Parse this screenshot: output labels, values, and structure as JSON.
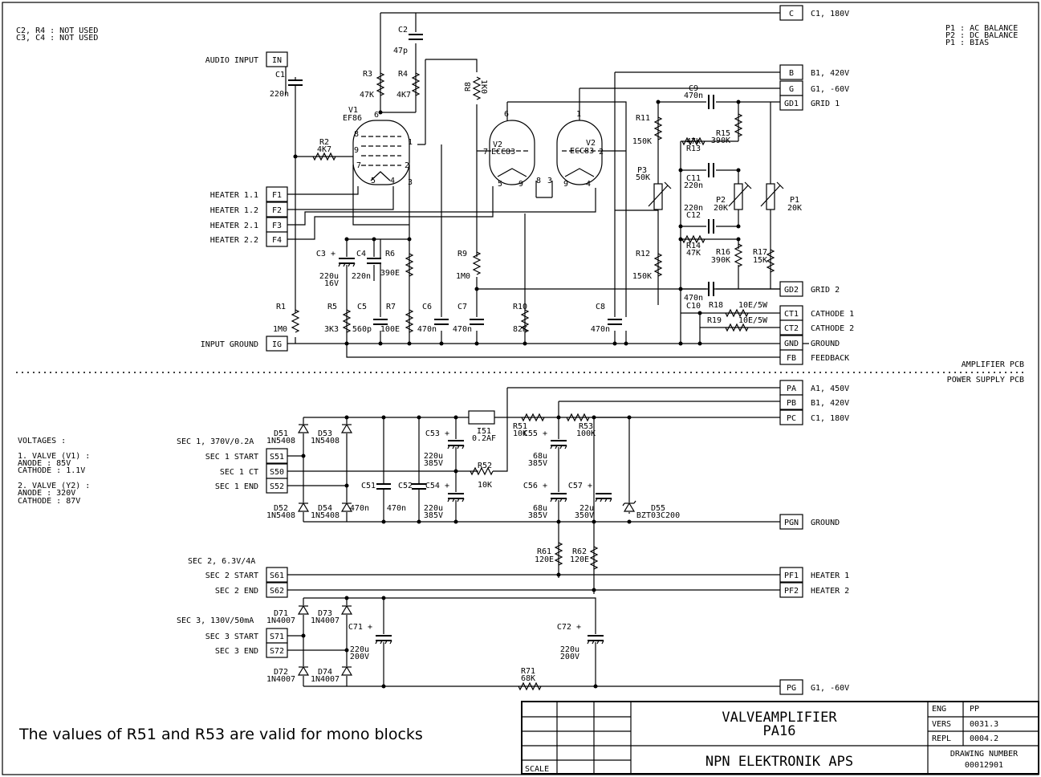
{
  "notes": {
    "not_used_1": "C2, R4 : NOT USED",
    "not_used_2": "C3, C4 : NOT USED",
    "pot_1": "P1 : AC BALANCE",
    "pot_2": "P2 : DC BALANCE",
    "pot_3": "P1 : BIAS",
    "pcb_amp": "AMPLIFIER PCB",
    "pcb_ps": "POWER SUPPLY PCB",
    "footer_note": "The values of R51 and R53 are valid for mono blocks"
  },
  "voltages": {
    "title": "VOLTAGES :",
    "v1_head": "1. VALVE (V1) :",
    "v1_anode": "ANODE    : 85V",
    "v1_cathode": "CATHODE  : 1.1V",
    "v2_head": "2. VALVE (Y2) :",
    "v2_anode": "ANODE    : 320V",
    "v2_cathode": "CATHODE  : 87V"
  },
  "connectors_left": [
    {
      "id": "IN",
      "label": "AUDIO INPUT"
    },
    {
      "id": "F1",
      "label": "HEATER 1.1"
    },
    {
      "id": "F2",
      "label": "HEATER 1.2"
    },
    {
      "id": "F3",
      "label": "HEATER 2.1"
    },
    {
      "id": "F4",
      "label": "HEATER 2.2"
    },
    {
      "id": "IG",
      "label": "INPUT GROUND"
    },
    {
      "id": "S51",
      "label": "SEC 1 START"
    },
    {
      "id": "S50",
      "label": "SEC 1 CT"
    },
    {
      "id": "S52",
      "label": "SEC 1 END"
    },
    {
      "id": "S61",
      "label": "SEC 2 START"
    },
    {
      "id": "S62",
      "label": "SEC 2 END"
    },
    {
      "id": "S71",
      "label": "SEC 3 START"
    },
    {
      "id": "S72",
      "label": "SEC 3 END"
    }
  ],
  "connectors_right": [
    {
      "id": "C",
      "label": "C1, 180V"
    },
    {
      "id": "B",
      "label": "B1, 420V"
    },
    {
      "id": "G",
      "label": "G1, -60V"
    },
    {
      "id": "GD1",
      "label": "GRID 1"
    },
    {
      "id": "GD2",
      "label": "GRID 2"
    },
    {
      "id": "CT1",
      "label": "CATHODE 1"
    },
    {
      "id": "CT2",
      "label": "CATHODE 2"
    },
    {
      "id": "GND",
      "label": "GROUND"
    },
    {
      "id": "FB",
      "label": "FEEDBACK"
    },
    {
      "id": "PA",
      "label": "A1, 450V"
    },
    {
      "id": "PB",
      "label": "B1, 420V"
    },
    {
      "id": "PC",
      "label": "C1, 180V"
    },
    {
      "id": "PGN",
      "label": "GROUND"
    },
    {
      "id": "PF1",
      "label": "HEATER 1"
    },
    {
      "id": "PF2",
      "label": "HEATER 2"
    },
    {
      "id": "PG",
      "label": "G1, -60V"
    }
  ],
  "secondaries": {
    "sec1": "SEC 1, 370V/0.2A",
    "sec2": "SEC 2, 6.3V/4A",
    "sec3": "SEC 3, 130V/50mA"
  },
  "valves": {
    "v1": {
      "name": "V1",
      "type": "EF86"
    },
    "v2a": {
      "name": "V2",
      "type": "ECC83"
    },
    "v2b": {
      "name": "V2",
      "type": "ECC83"
    }
  },
  "components": {
    "C1": {
      "name": "C1",
      "value": "220n"
    },
    "C2": {
      "name": "C2",
      "value": "47p"
    },
    "R3": {
      "name": "R3",
      "value": "47K"
    },
    "R4": {
      "name": "R4",
      "value": "4K7"
    },
    "R8": {
      "name": "R8",
      "value": "1K0"
    },
    "R2": {
      "name": "R2",
      "value": "4K7"
    },
    "C3": {
      "name": "C3 +",
      "value": "220u",
      "rating": "16V"
    },
    "C4": {
      "name": "C4",
      "value": "220n"
    },
    "R6": {
      "name": "R6",
      "value": "390E"
    },
    "R9": {
      "name": "R9",
      "value": "1M0"
    },
    "R1": {
      "name": "R1",
      "value": "1M0"
    },
    "R5": {
      "name": "R5",
      "value": "3K3"
    },
    "C5": {
      "name": "C5",
      "value": "560p"
    },
    "R7": {
      "name": "R7",
      "value": "100E"
    },
    "C6": {
      "name": "C6",
      "value": "470n"
    },
    "C7": {
      "name": "C7",
      "value": "470n"
    },
    "R10": {
      "name": "R10",
      "value": "82K"
    },
    "C8": {
      "name": "C8",
      "value": "470n"
    },
    "C9": {
      "name": "C9",
      "value": "470n"
    },
    "R11": {
      "name": "R11",
      "value": "150K"
    },
    "R12": {
      "name": "R12",
      "value": "150K"
    },
    "P3": {
      "name": "P3",
      "value": "50K"
    },
    "R13": {
      "name": "R13",
      "value": "47K"
    },
    "R15": {
      "name": "R15",
      "value": "390K"
    },
    "C11": {
      "name": "C11",
      "value": "220n"
    },
    "C12": {
      "name": "C12",
      "value": "220n"
    },
    "P2": {
      "name": "P2",
      "value": "20K"
    },
    "P1": {
      "name": "P1",
      "value": "20K"
    },
    "R14": {
      "name": "R14",
      "value": "47K"
    },
    "R16": {
      "name": "R16",
      "value": "390K"
    },
    "R17": {
      "name": "R17",
      "value": "15K"
    },
    "C10": {
      "name": "C10",
      "value": "470n"
    },
    "R18": {
      "name": "R18",
      "value": "10E/5W"
    },
    "R19": {
      "name": "R19",
      "value": "10E/5W"
    },
    "D51": {
      "name": "D51",
      "value": "1N5408"
    },
    "D52": {
      "name": "D52",
      "value": "1N5408"
    },
    "D53": {
      "name": "D53",
      "value": "1N5408"
    },
    "D54": {
      "name": "D54",
      "value": "1N5408"
    },
    "C51": {
      "name": "C51",
      "value": "470n"
    },
    "C52": {
      "name": "C52",
      "value": "470n"
    },
    "C53": {
      "name": "C53 +",
      "value": "220u",
      "rating": "385V"
    },
    "C54": {
      "name": "C54 +",
      "value": "220u",
      "rating": "385V"
    },
    "I51": {
      "name": "I51",
      "value": "0.2AF"
    },
    "R51": {
      "name": "R51",
      "value": "10K"
    },
    "R52": {
      "name": "R52",
      "value": "10K"
    },
    "R53": {
      "name": "R53",
      "value": "100K"
    },
    "C55": {
      "name": "C55 +",
      "value": "68u",
      "rating": "385V"
    },
    "C56": {
      "name": "C56 +",
      "value": "68u",
      "rating": "385V"
    },
    "C57": {
      "name": "C57 +",
      "value": "22u",
      "rating": "350V"
    },
    "D55": {
      "name": "D55",
      "value": "BZT03C200"
    },
    "R61": {
      "name": "R61",
      "value": "120E"
    },
    "R62": {
      "name": "R62",
      "value": "120E"
    },
    "D71": {
      "name": "D71",
      "value": "1N4007"
    },
    "D72": {
      "name": "D72",
      "value": "1N4007"
    },
    "D73": {
      "name": "D73",
      "value": "1N4007"
    },
    "D74": {
      "name": "D74",
      "value": "1N4007"
    },
    "C71": {
      "name": "C71 +",
      "value": "220u",
      "rating": "200V"
    },
    "C72": {
      "name": "C72 +",
      "value": "220u",
      "rating": "200V"
    },
    "R71": {
      "name": "R71",
      "value": "68K"
    }
  },
  "title_block": {
    "title_1": "VALVEAMPLIFIER",
    "title_2": "PA16",
    "company": "NPN ELEKTRONIK APS",
    "scale": "SCALE",
    "eng_label": "ENG",
    "eng_value": "PP",
    "vers_label": "VERS",
    "vers_value": "0031.3",
    "repl_label": "REPL",
    "repl_value": "0004.2",
    "drawing_number_label": "DRAWING NUMBER",
    "drawing_number_value": "00012901"
  }
}
